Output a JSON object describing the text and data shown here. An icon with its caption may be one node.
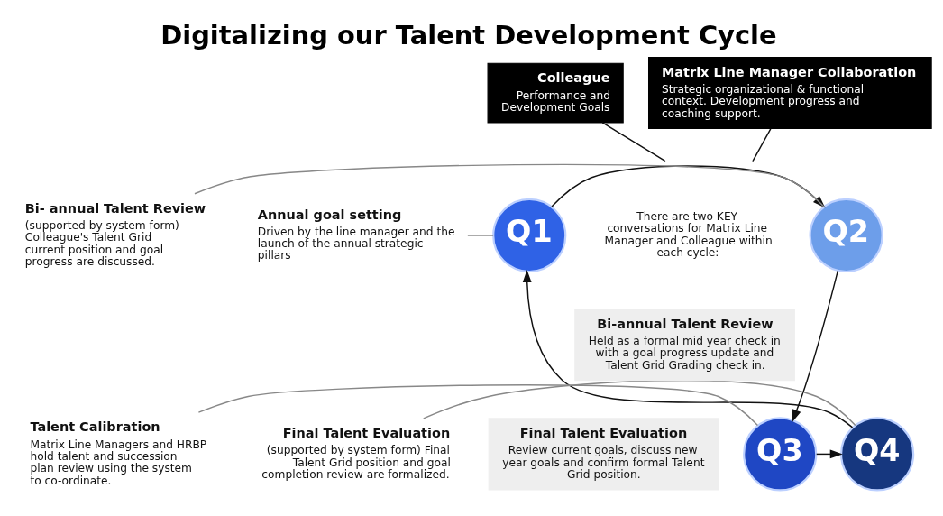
{
  "diagram": {
    "title": "Digitalizing our Talent Development Cycle",
    "nodes": [
      {
        "text": [
          "Colleague",
          "Performance and Development Goals"
        ]
      },
      {
        "text": [
          "Matrix Line Manager Collaboration",
          "Strategic organizational & functional context. Development progress and coaching support."
        ]
      },
      {
        "text": [
          "Q1"
        ]
      },
      {
        "text": [
          "Q2"
        ]
      },
      {
        "text": [
          "Q3"
        ]
      },
      {
        "text": [
          "Q4"
        ]
      },
      {
        "text": [
          "Annual goal setting",
          "Driven by the line manager and the launch of the annual strategic pillars"
        ]
      },
      {
        "text": [
          "Bi- annual Talent Review",
          "(supported by system form) Colleague's Talent Grid current position and goal progress are discussed."
        ]
      },
      {
        "text": [
          "Talent Calibration",
          "Matrix Line Managers and HRBP hold talent and succession plan review using the system to co-ordinate."
        ]
      },
      {
        "text": [
          "Final Talent Evaluation",
          "(supported by system form) Final Talent Grid position and goal completion review are formalized."
        ]
      },
      {
        "text": [
          "There are two KEY conversations for Matrix Line Manager and Colleague within each cycle:"
        ]
      },
      {
        "text": [
          "Bi-annual Talent Review",
          "Held as a formal mid year check in with a goal progress update and Talent Grid Grading check in."
        ]
      },
      {
        "text": [
          "Final Talent Evaluation",
          "Review current goals, discuss new year goals and confirm formal Talent Grid position."
        ]
      }
    ],
    "edges": [
      {
        "from": 2,
        "to": 3,
        "arrow": "to"
      },
      {
        "from": 3,
        "to": 4,
        "arrow": "to"
      },
      {
        "from": 4,
        "to": 5,
        "arrow": "to"
      },
      {
        "from": 5,
        "to": 2,
        "arrow": "to"
      },
      {
        "from": 0,
        "to": null,
        "arrow": "none"
      },
      {
        "from": 1,
        "to": null,
        "arrow": "none"
      },
      {
        "from": 6,
        "to": 2,
        "arrow": "none",
        "color": "#888888"
      },
      {
        "from": 7,
        "to": 3,
        "arrow": "none",
        "color": "#888888"
      },
      {
        "from": 8,
        "to": 4,
        "arrow": "none",
        "color": "#888888"
      },
      {
        "from": 9,
        "to": 5,
        "arrow": "none",
        "color": "#888888"
      }
    ]
  }
}
